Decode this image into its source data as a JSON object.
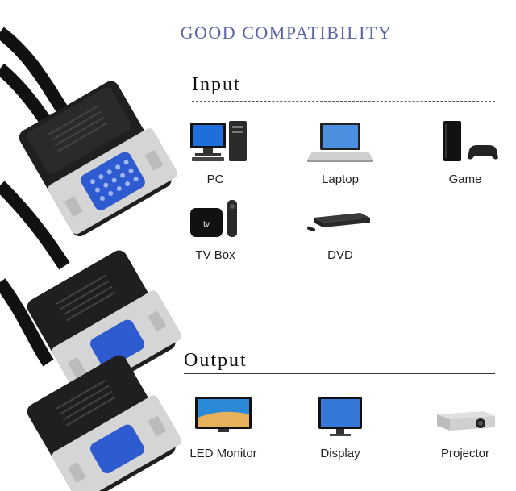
{
  "title": "GOOD COMPATIBILITY",
  "input": {
    "heading": "Input",
    "devices": [
      {
        "label": "PC",
        "icon": "pc-icon"
      },
      {
        "label": "Laptop",
        "icon": "laptop-icon"
      },
      {
        "label": "Game",
        "icon": "game-console-icon"
      },
      {
        "label": "TV Box",
        "icon": "tv-box-icon"
      },
      {
        "label": "DVD",
        "icon": "dvd-player-icon"
      }
    ]
  },
  "output": {
    "heading": "Output",
    "devices": [
      {
        "label": "LED Monitor",
        "icon": "led-monitor-icon"
      },
      {
        "label": "Display",
        "icon": "display-icon"
      },
      {
        "label": "Projector",
        "icon": "projector-icon"
      }
    ]
  },
  "colors": {
    "title": "#5a63a6",
    "connector_blue": "#2f5bd0",
    "cable_black": "#1a1a1a"
  }
}
